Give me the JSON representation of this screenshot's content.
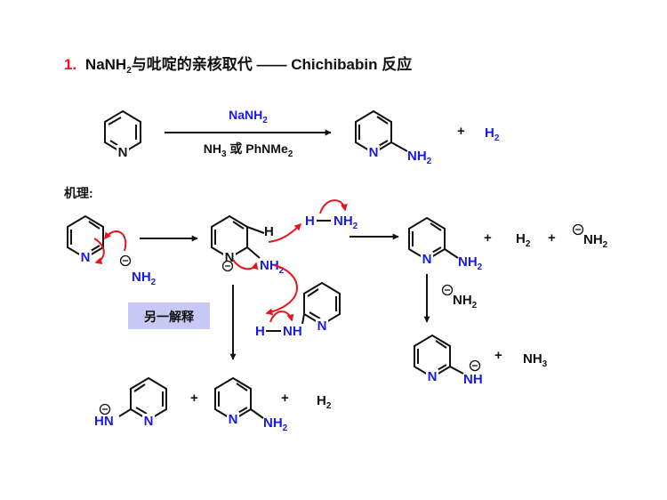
{
  "colors": {
    "black": "#111111",
    "blue": "#1a1ae6",
    "red": "#e8141e",
    "label_bg": "#c8c8f4"
  },
  "title": {
    "number": "1.",
    "reagent_main": "NaNH",
    "reagent_sub": "2",
    "description": "与吡啶的亲核取代 —— Chichibabin 反应"
  },
  "overall": {
    "reagent_above": "NaNH",
    "reagent_above_sub": "2",
    "cond_a": "NH",
    "cond_a_sub": "3",
    "cond_or": " 或 ",
    "cond_b": "PhNMe",
    "cond_b_sub": "2",
    "product_amine": "NH",
    "product_amine_sub": "2",
    "plus": "+",
    "h2": "H",
    "h2_sub": "2"
  },
  "mechanism": {
    "heading": "机理:",
    "nitrogen": "N",
    "hydrogen": "H",
    "nh": "NH",
    "nh2": "NH",
    "nh2_sub": "2",
    "nh3": "NH",
    "nh3_sub": "3",
    "hn": "HN",
    "minus": "−",
    "h_nh2_h": "H",
    "h_nh2_dash": "—",
    "h_nh2_n": "NH",
    "h_nh2_sub": "2",
    "h_nh_h": "H",
    "h_nh_n": "NH",
    "alt_label": "另一解释",
    "plus": "+"
  }
}
